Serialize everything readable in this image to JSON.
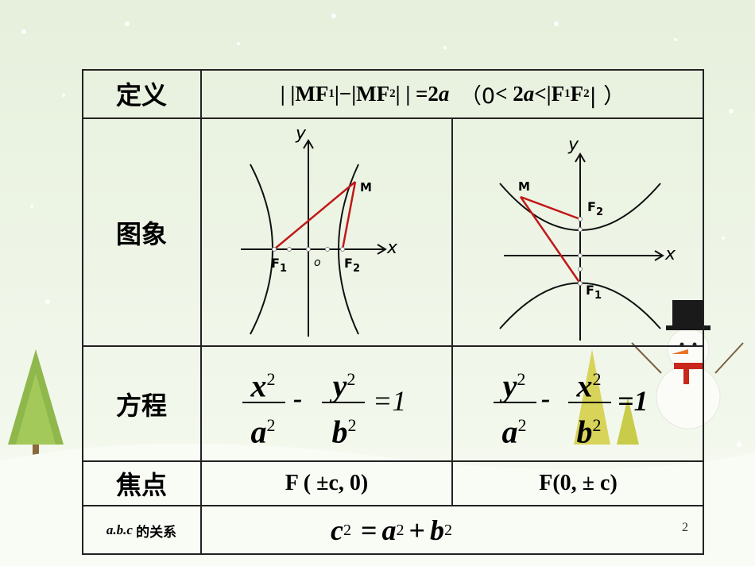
{
  "table": {
    "row_labels": {
      "definition": "定义",
      "graph": "图象",
      "equation": "方程",
      "focus": "焦点",
      "relation_prefix": "a.b.c",
      "relation_suffix": "的关系"
    },
    "definition": {
      "part1": "| |MF",
      "sub1": "1",
      "part2": "|−|MF",
      "sub2": "2",
      "part3": "| | =2",
      "a": "a",
      "cond_open": "（0 ",
      "cond_mid": " < 2",
      "cond_a": "a",
      "cond_lt": "<|F",
      "sub3": "1",
      "cond_f2": "F",
      "sub4": "2",
      "cond_close": "| ）"
    },
    "graph_left": {
      "y_label": "y",
      "x_label": "x",
      "origin": "o",
      "m_label": "M",
      "f1": "F",
      "f1_sub": "1",
      "f2": "F",
      "f2_sub": "2"
    },
    "graph_right": {
      "y_label": "y",
      "x_label": "x",
      "m_label": "M",
      "f1": "F",
      "f1_sub": "1",
      "f2": "F",
      "f2_sub": "2"
    },
    "equation_left": {
      "num_var": "x",
      "num_exp": "2",
      "den_var": "a",
      "den_exp": "2",
      "minus": "-",
      "num2_var": "y",
      "num2_exp": "2",
      "den2_var": "b",
      "den2_exp": "2",
      "rhs": "=1"
    },
    "equation_right": {
      "num_var": "y",
      "num_exp": "2",
      "den_var": "a",
      "den_exp": "2",
      "minus": "-",
      "num2_var": "x",
      "num2_exp": "2",
      "den2_var": "b",
      "den2_exp": "2",
      "rhs": "=1"
    },
    "focus_left": "F ( ±c, 0)",
    "focus_right": "F(0, ± c)",
    "relation": {
      "c": "c",
      "c_exp": "2",
      "eq": "=",
      "a": "a",
      "a_exp": "2",
      "plus": "+",
      "b": "b",
      "b_exp": "2"
    }
  },
  "page_number": "2",
  "colors": {
    "red_line": "#c01818",
    "border": "#222222"
  }
}
